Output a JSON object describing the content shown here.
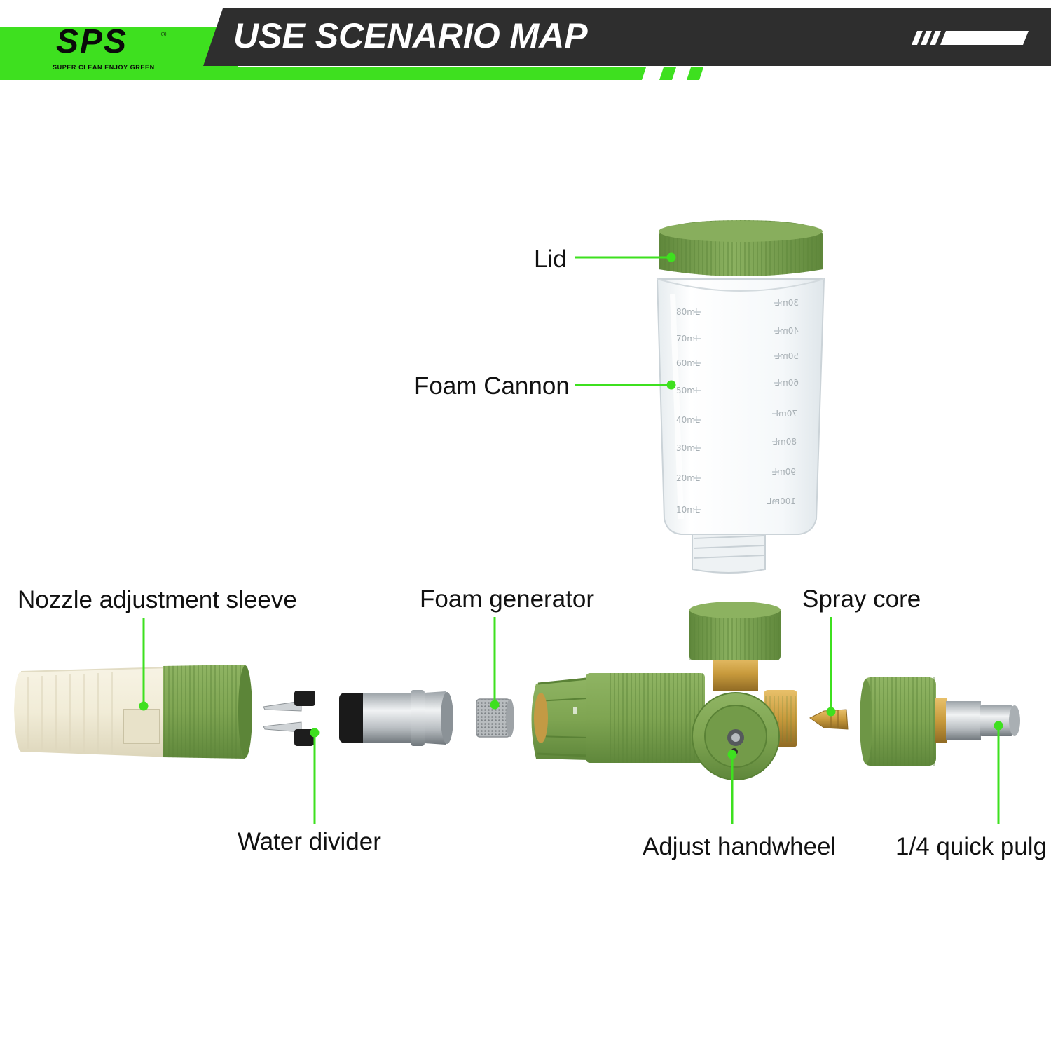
{
  "header": {
    "title": "USE SCENARIO MAP",
    "logo": "SPS",
    "logo_tagline": "SUPER CLEAN ENJOY GREEN",
    "logo_mark": "®"
  },
  "colors": {
    "accent_green": "#3ee01f",
    "header_dark": "#2e2e2e",
    "leader_green": "#3ee01f",
    "part_green": "#7fa552",
    "part_green_dark": "#5e8a3a",
    "brass": "#c89a3c",
    "cream": "#f1ecd7"
  },
  "labels": {
    "lid": "Lid",
    "foam_cannon": "Foam Cannon",
    "nozzle_sleeve": "Nozzle adjustment sleeve",
    "foam_generator": "Foam generator",
    "spray_core": "Spray core",
    "water_divider": "Water divider",
    "adjust_handwheel": "Adjust handwheel",
    "quick_plug": "1/4 quick pulg"
  },
  "bottle_scale_left": [
    "80mL",
    "70mL",
    "60mL",
    "50mL",
    "40mL",
    "30mL",
    "20mL",
    "10mL"
  ],
  "bottle_scale_right": [
    "30mL",
    "40mL",
    "50mL",
    "60mL",
    "70mL",
    "80mL",
    "90mL",
    "100mL"
  ]
}
